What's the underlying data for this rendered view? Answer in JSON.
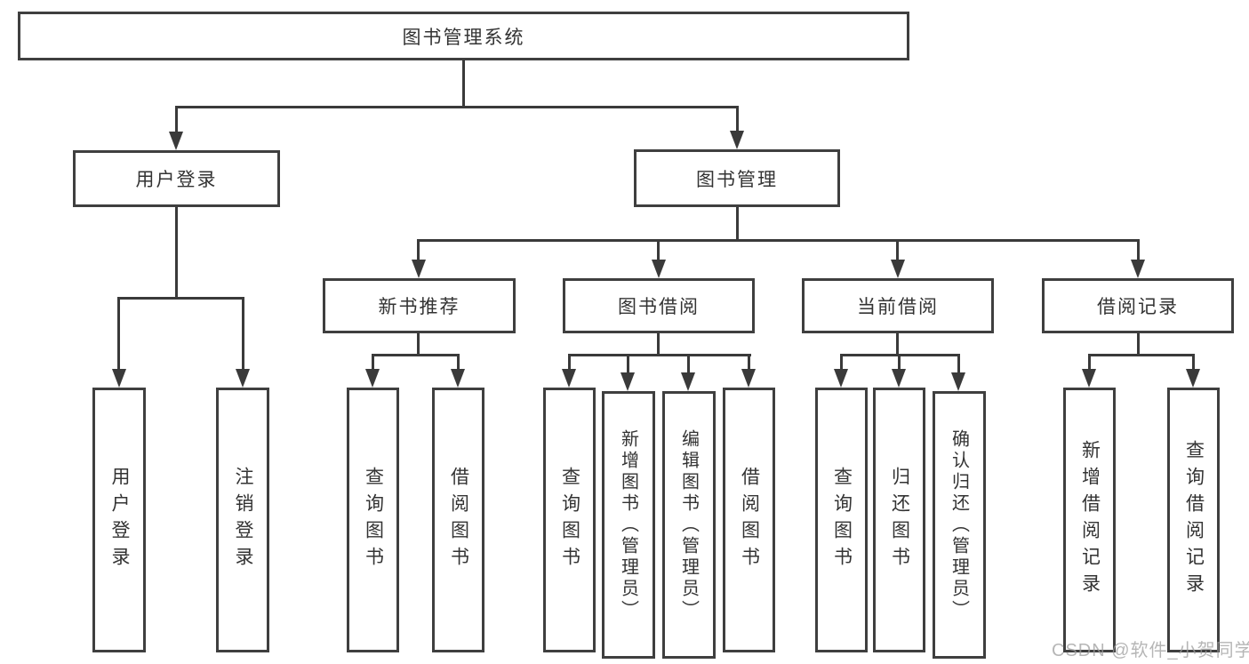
{
  "tree": {
    "root": {
      "label": "图书管理系统"
    },
    "children": [
      {
        "label": "用户登录",
        "children": [
          {
            "label": "用户登录"
          },
          {
            "label": "注销登录"
          }
        ]
      },
      {
        "label": "图书管理",
        "children": [
          {
            "label": "新书推荐",
            "children": [
              {
                "label": "查询图书"
              },
              {
                "label": "借阅图书"
              }
            ]
          },
          {
            "label": "图书借阅",
            "children": [
              {
                "label": "查询图书"
              },
              {
                "label": "新增图书（管理员）"
              },
              {
                "label": "编辑图书（管理员）"
              },
              {
                "label": "借阅图书"
              }
            ]
          },
          {
            "label": "当前借阅",
            "children": [
              {
                "label": "查询图书"
              },
              {
                "label": "归还图书"
              },
              {
                "label": "确认归还（管理员）"
              }
            ]
          },
          {
            "label": "借阅记录",
            "children": [
              {
                "label": "新增借阅记录"
              },
              {
                "label": "查询借阅记录"
              }
            ]
          }
        ]
      }
    ]
  },
  "watermark": {
    "text": "CSDN @软件_小贺同学"
  },
  "colors": {
    "line": "#3a3a3a",
    "box_border": "#3f3f3f",
    "text": "#333333",
    "background": "#ffffff",
    "watermark": "#9e9e9e"
  }
}
